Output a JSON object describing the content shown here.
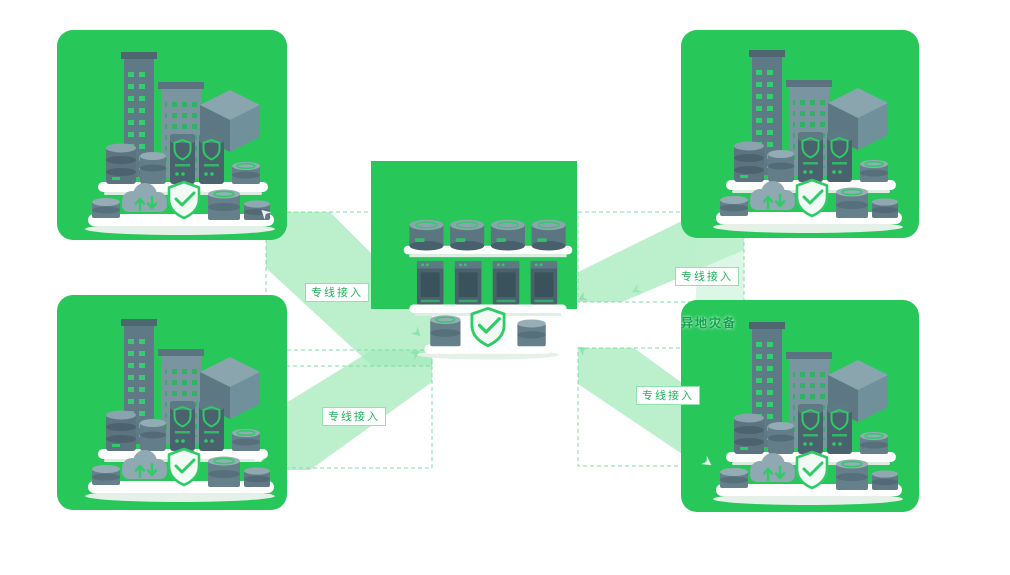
{
  "diagram": {
    "type": "network-topology",
    "connector_labels": {
      "top_left": "专线接入",
      "bottom_left": "专线接入",
      "top_right": "专线接入",
      "bottom_right": "专线接入",
      "right_vertical": "异地灾备"
    },
    "colors": {
      "site_box_green": "#28c75a",
      "band_green": "#a5ebbc",
      "label_text_green": "#22b35c",
      "label_border_green": "#8fe3ad",
      "label_background": "#ffffff",
      "dashed_stroke": "#74da9c",
      "illustration_slate": "#5f7a86",
      "illustration_accent": "#2ecb66"
    },
    "icons": [
      "building-icon",
      "server-cabinet-icon",
      "database-stack-icon",
      "database-icon",
      "disk-stack-icon",
      "cloud-sync-icon",
      "shield-check-icon",
      "storage-box-icon",
      "flow-arrow-icon"
    ]
  }
}
